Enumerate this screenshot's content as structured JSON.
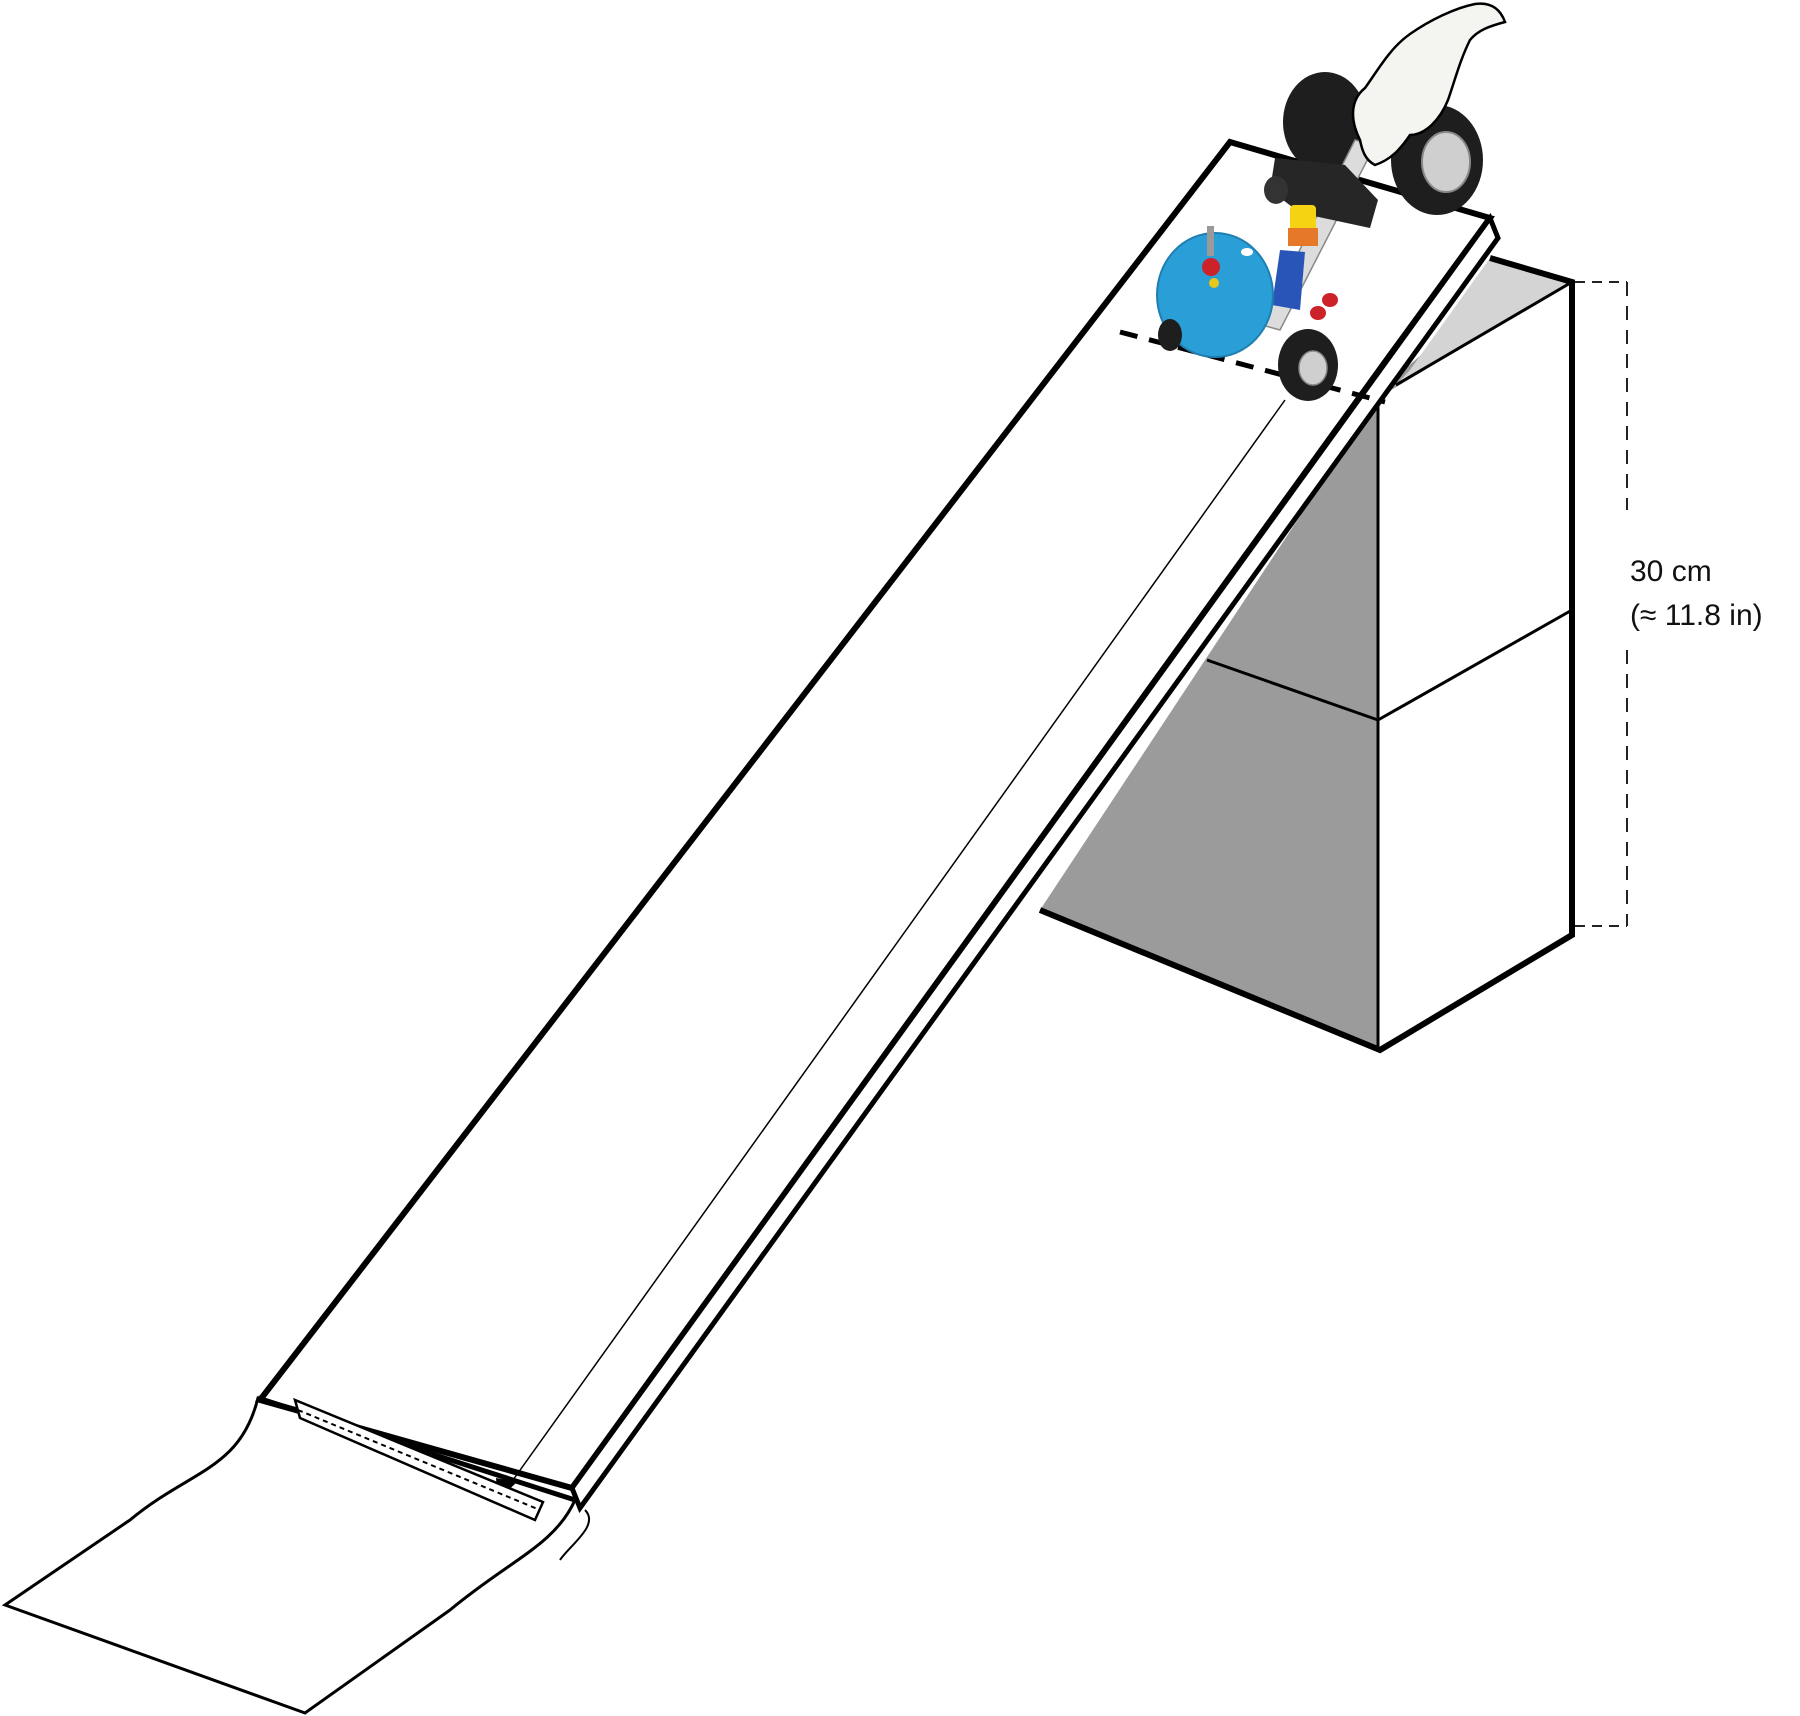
{
  "diagram": {
    "title": "Vehicle on ramp experiment setup",
    "height_label": {
      "metric": "30 cm",
      "imperial": "(≈ 11.8 in)"
    },
    "elements": {
      "ramp": "inclined board ramp",
      "support": "two stacked blocks",
      "vehicle": "LEGO balloon-powered car with minifigure",
      "hand": "hand releasing vehicle",
      "start_line": "dashed start line at top of ramp",
      "finish_marker": "tape strip with dashed line at bottom of ramp",
      "path_arrow": "arrow from start line to finish tape",
      "floor_sheet": "curved paper sheet at base of ramp"
    },
    "colors": {
      "outline": "#000000",
      "block_shadow": "#9b9b9b",
      "block_top": "#d4d4d4",
      "balloon": "#2a9ed6",
      "tire": "#1e1e1e",
      "hub": "#cfcfcf",
      "hand": "#f4f4f1",
      "brick_black": "#262626",
      "brick_blue": "#2a55b8",
      "brick_red": "#cc2229",
      "minifig_yellow": "#f5d312",
      "seat_orange": "#e6782a"
    }
  }
}
